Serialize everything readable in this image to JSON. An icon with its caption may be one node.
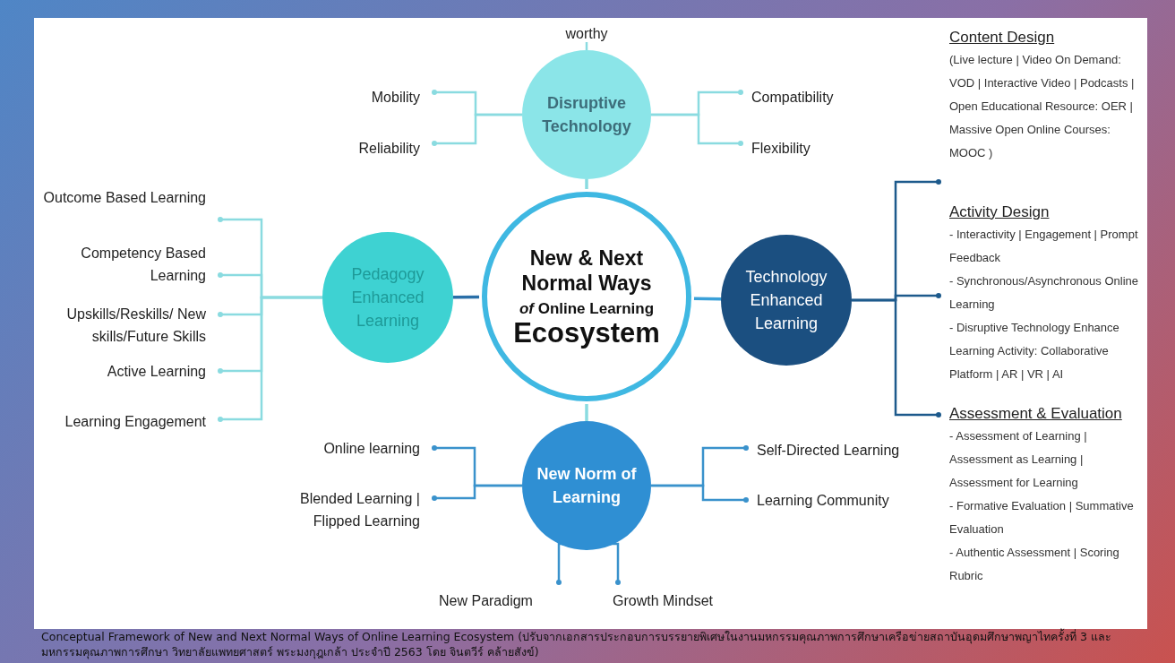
{
  "diagram": {
    "caption": "Conceptual Framework of New and Next Normal Ways of Online Learning Ecosystem (ปรับจากเอกสารประกอบการบรรยายพิเศษในงานมหกรรมคุณภาพการศึกษาเครือข่ายสถาบันอุดมศึกษาพญาไทครั้งที่ 3 และมหกรรมคุณภาพการศึกษา วิทยาลัยแพทยศาสตร์ พระมงกุฎเกล้า ประจำปี 2563 โดย จินตวีร์ คล้ายสังข์)",
    "nodes": [
      {
        "text": [
          "New & Next Normal Ways",
          "*of* Online Learning",
          "Ecosystem"
        ]
      },
      {
        "text": [
          "Disruptive Technology"
        ]
      },
      {
        "text": [
          "Pedagogy Enhanced Learning"
        ]
      },
      {
        "text": [
          "Technology Enhanced Learning"
        ]
      },
      {
        "text": [
          "New Norm of Learning"
        ]
      },
      {
        "text": [
          "worthy"
        ]
      },
      {
        "text": [
          "Mobility"
        ]
      },
      {
        "text": [
          "Reliability"
        ]
      },
      {
        "text": [
          "Compatibility"
        ]
      },
      {
        "text": [
          "Flexibility"
        ]
      },
      {
        "text": [
          "Outcome Based Learning"
        ]
      },
      {
        "text": [
          "Competency Based Learning"
        ]
      },
      {
        "text": [
          "Upskills/Reskills/ New skills/Future Skills"
        ]
      },
      {
        "text": [
          "Active Learning"
        ]
      },
      {
        "text": [
          "Learning Engagement"
        ]
      },
      {
        "text": [
          "Content Design",
          "(Live lecture | Video On Demand: VOD | Interactive Video | Podcasts | Open Educational Resource: OER | Massive Open Online Courses: MOOC )"
        ]
      },
      {
        "text": [
          "Activity Design",
          "- Interactivity | Engagement | Prompt Feedback",
          "- Synchronous/Asynchronous Online Learning",
          "- Disruptive Technology Enhance Learning Activity: Collaborative Platform | AR | VR | AI"
        ]
      },
      {
        "text": [
          "Assessment & Evaluation",
          "- Assessment of Learning | Assessment as Learning | Assessment for Learning",
          "- Formative Evaluation | Summative Evaluation",
          "- Authentic Assessment | Scoring Rubric"
        ]
      },
      {
        "text": [
          "Online learning"
        ]
      },
      {
        "text": [
          "Blended Learning | Flipped Learning"
        ]
      },
      {
        "text": [
          "Self-Directed Learning"
        ]
      },
      {
        "text": [
          "Learning Community"
        ]
      },
      {
        "text": [
          "New Paradigm"
        ]
      },
      {
        "text": [
          "Growth Mindset"
        ]
      }
    ],
    "edges": [
      {
        "from": 0,
        "to": 1,
        "arrow": "none"
      },
      {
        "from": 0,
        "to": 2,
        "arrow": "none",
        "color": "#2a6fa8"
      },
      {
        "from": 0,
        "to": 3,
        "arrow": "none",
        "color": "#3aa0d8"
      },
      {
        "from": 0,
        "to": 4,
        "arrow": "none"
      },
      {
        "from": 1,
        "to": 5,
        "arrow": "none"
      },
      {
        "from": 1,
        "to": 6,
        "arrow": "other"
      },
      {
        "from": 1,
        "to": 7,
        "arrow": "other"
      },
      {
        "from": 1,
        "to": 8,
        "arrow": "other"
      },
      {
        "from": 1,
        "to": 9,
        "arrow": "other"
      },
      {
        "from": 2,
        "to": 10,
        "arrow": "other"
      },
      {
        "from": 2,
        "to": 11,
        "arrow": "other"
      },
      {
        "from": 2,
        "to": 12,
        "arrow": "other"
      },
      {
        "from": 2,
        "to": 13,
        "arrow": "other"
      },
      {
        "from": 2,
        "to": 14,
        "arrow": "other"
      },
      {
        "from": 3,
        "to": 15,
        "arrow": "other",
        "color": "#1d5a8c"
      },
      {
        "from": 3,
        "to": 16,
        "arrow": "other",
        "color": "#1d5a8c"
      },
      {
        "from": 3,
        "to": 17,
        "arrow": "other",
        "color": "#1d5a8c"
      },
      {
        "from": 4,
        "to": 18,
        "arrow": "other",
        "color": "#3a92cc"
      },
      {
        "from": 4,
        "to": 19,
        "arrow": "other",
        "color": "#3a92cc"
      },
      {
        "from": 4,
        "to": 20,
        "arrow": "other",
        "color": "#3a92cc"
      },
      {
        "from": 4,
        "to": 21,
        "arrow": "other",
        "color": "#3a92cc"
      },
      {
        "from": 4,
        "to": 22,
        "arrow": "other",
        "color": "#3a92cc"
      },
      {
        "from": 4,
        "to": 23,
        "arrow": "other",
        "color": "#3a92cc"
      }
    ]
  }
}
